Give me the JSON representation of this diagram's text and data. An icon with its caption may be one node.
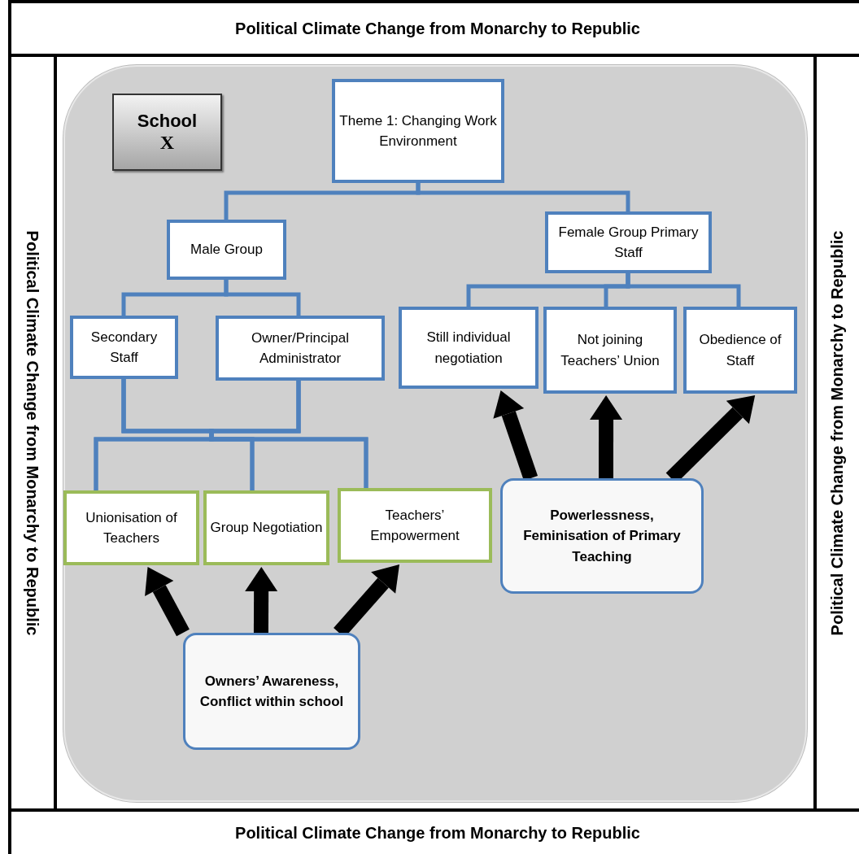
{
  "diagram": {
    "nodes": [
      {
        "text": [
          "Political Climate Change from Monarchy to Republic"
        ]
      },
      {
        "text": [
          "Political Climate Change from Monarchy to Republic"
        ]
      },
      {
        "text": [
          "Political Climate Change from Monarchy to Republic"
        ]
      },
      {
        "text": [
          "Political Climate Change from Monarchy to Republic"
        ]
      },
      {
        "text": [],
        "shape": "box"
      },
      {
        "text": [
          "School",
          "X"
        ],
        "in": 4
      },
      {
        "text": [
          "Theme 1: Changing Work Environment"
        ],
        "in": 4
      },
      {
        "text": [
          "Male Group"
        ],
        "in": 4
      },
      {
        "text": [
          "Female Group Primary Staff"
        ],
        "in": 4
      },
      {
        "text": [
          "Secondary Staff"
        ],
        "in": 4
      },
      {
        "text": [
          "Owner/Principal Administrator"
        ],
        "in": 4
      },
      {
        "text": [
          "Still individual negotiation"
        ],
        "in": 4
      },
      {
        "text": [
          "Not joining Teachers’ Union"
        ],
        "in": 4
      },
      {
        "text": [
          "Obedience of Staff"
        ],
        "in": 4
      },
      {
        "text": [
          "Unionisation of Teachers"
        ],
        "in": 4
      },
      {
        "text": [
          "Group Negotiation"
        ],
        "in": 4
      },
      {
        "text": [
          "Teachers’ Empowerment"
        ],
        "in": 4
      },
      {
        "text": [
          "Powerlessness, Feminisation of Primary Teaching"
        ],
        "in": 4
      },
      {
        "text": [
          "Owners’ Awareness, Conflict within school"
        ],
        "in": 4
      }
    ],
    "edges": [
      {
        "from": 6,
        "to": 7,
        "arrow": "none"
      },
      {
        "from": 6,
        "to": 8,
        "arrow": "none"
      },
      {
        "from": 7,
        "to": 9,
        "arrow": "none"
      },
      {
        "from": 7,
        "to": 10,
        "arrow": "none"
      },
      {
        "from": 8,
        "to": 11,
        "arrow": "none"
      },
      {
        "from": 8,
        "to": 12,
        "arrow": "none"
      },
      {
        "from": 8,
        "to": 13,
        "arrow": "none"
      },
      {
        "from": 9,
        "to": 14,
        "arrow": "none"
      },
      {
        "from": 9,
        "to": 15,
        "arrow": "none"
      },
      {
        "from": 9,
        "to": 16,
        "arrow": "none"
      },
      {
        "from": 10,
        "to": 14,
        "arrow": "none"
      },
      {
        "from": 10,
        "to": 15,
        "arrow": "none"
      },
      {
        "from": 10,
        "to": 16,
        "arrow": "none"
      },
      {
        "from": 18,
        "to": 14,
        "arrow": "to",
        "style": "thick",
        "color": "#000000"
      },
      {
        "from": 18,
        "to": 15,
        "arrow": "to",
        "style": "thick",
        "color": "#000000"
      },
      {
        "from": 18,
        "to": 16,
        "arrow": "to",
        "style": "thick",
        "color": "#000000"
      },
      {
        "from": 17,
        "to": 11,
        "arrow": "to",
        "style": "thick",
        "color": "#000000"
      },
      {
        "from": 17,
        "to": 12,
        "arrow": "to",
        "style": "thick",
        "color": "#000000"
      },
      {
        "from": 17,
        "to": 13,
        "arrow": "to",
        "style": "thick",
        "color": "#000000"
      }
    ]
  }
}
